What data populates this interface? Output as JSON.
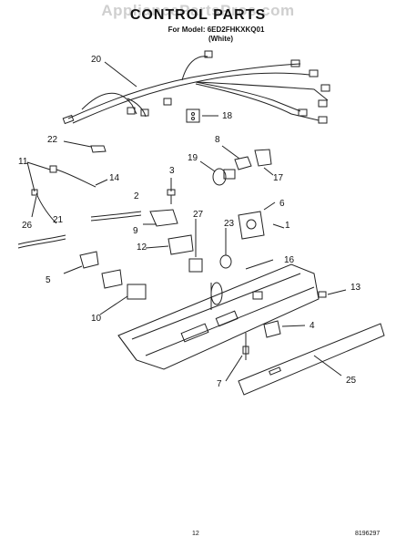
{
  "header": {
    "watermark": "AppliancePartsPros.com",
    "title": "CONTROL PARTS",
    "model_line": "For Model: 6ED2FHKXKQ01",
    "color_line": "(White)"
  },
  "callouts": [
    {
      "id": "c20",
      "text": "20"
    },
    {
      "id": "c18",
      "text": "18"
    },
    {
      "id": "c22",
      "text": "22"
    },
    {
      "id": "c8",
      "text": "8"
    },
    {
      "id": "c11",
      "text": "11"
    },
    {
      "id": "c19",
      "text": "19"
    },
    {
      "id": "c17",
      "text": "17"
    },
    {
      "id": "c3",
      "text": "3"
    },
    {
      "id": "c14",
      "text": "14"
    },
    {
      "id": "c2",
      "text": "2"
    },
    {
      "id": "c6",
      "text": "6"
    },
    {
      "id": "c27",
      "text": "27"
    },
    {
      "id": "c23",
      "text": "23"
    },
    {
      "id": "c1",
      "text": "1"
    },
    {
      "id": "c9",
      "text": "9"
    },
    {
      "id": "c26",
      "text": "26"
    },
    {
      "id": "c21",
      "text": "21"
    },
    {
      "id": "c12",
      "text": "12"
    },
    {
      "id": "c16",
      "text": "16"
    },
    {
      "id": "c5",
      "text": "5"
    },
    {
      "id": "c13",
      "text": "13"
    },
    {
      "id": "c10",
      "text": "10"
    },
    {
      "id": "c4",
      "text": "4"
    },
    {
      "id": "c7",
      "text": "7"
    },
    {
      "id": "c25",
      "text": "25"
    }
  ],
  "footer": {
    "page_number": "12",
    "doc_number": "8196297"
  }
}
